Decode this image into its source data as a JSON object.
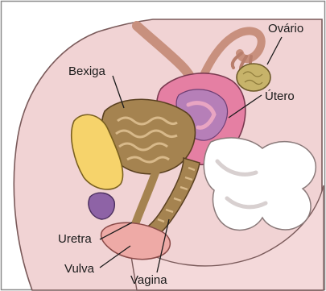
{
  "labels": {
    "ovario": "Ovário",
    "bexiga": "Bexiga",
    "utero": "Útero",
    "uretra": "Uretra",
    "vulva": "Vulva",
    "vagina": "Vagina"
  }
}
